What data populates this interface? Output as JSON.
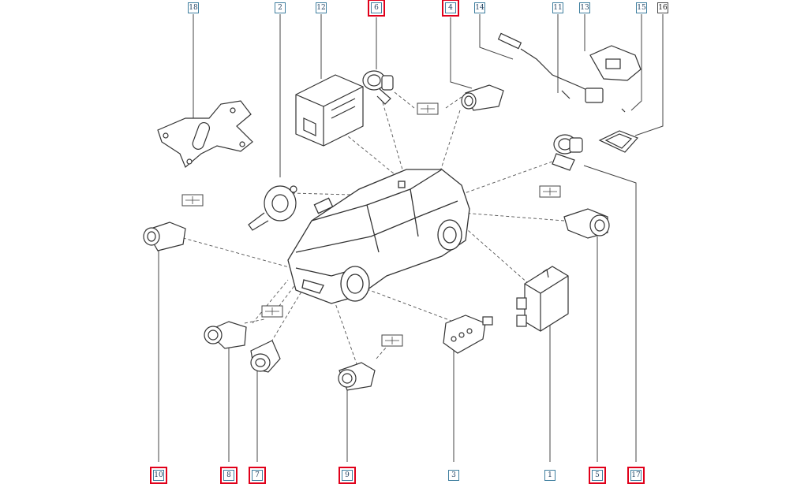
{
  "callouts": {
    "c18": "18",
    "c2": "2",
    "c12": "12",
    "c6": "6",
    "c4": "4",
    "c14": "14",
    "c11": "11",
    "c13": "13",
    "c15": "15",
    "c16": "16",
    "c10": "10",
    "c8": "8",
    "c7": "7",
    "c9": "9",
    "c3": "3",
    "c1": "1",
    "c5": "5",
    "c17": "17"
  },
  "highlighted": [
    "6",
    "4",
    "10",
    "8",
    "7",
    "9",
    "5",
    "17"
  ],
  "colors": {
    "line": "#444444",
    "callout_border": "#3f7f9f",
    "highlight": "#e0001a"
  },
  "icons": [
    "bracket-icon",
    "ecu-module-icon",
    "sensor-icon",
    "harness-icon",
    "car-icon",
    "radar-unit-icon"
  ]
}
